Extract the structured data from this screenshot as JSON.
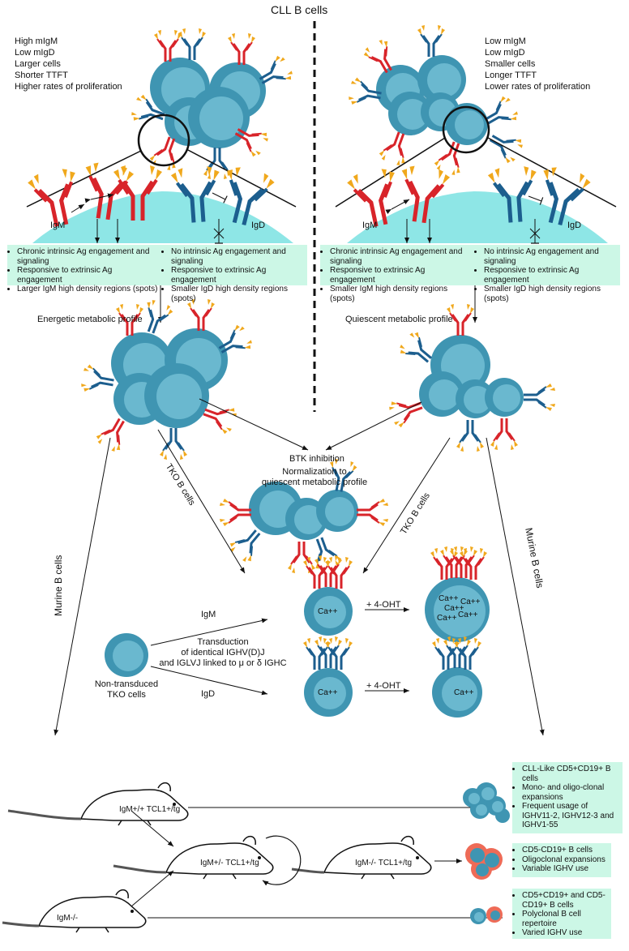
{
  "title": "CLL B cells",
  "left_traits": [
    "High mIgM",
    "Low mIgD",
    "Larger cells",
    "Shorter TTFT",
    "Higher rates of proliferation"
  ],
  "right_traits": [
    "Low mIgM",
    "Low mIgD",
    "Smaller cells",
    "Longer TTFT",
    "Lower rates of proliferation"
  ],
  "receptor_labels": {
    "igm": "IgM",
    "igd": "IgD"
  },
  "left_box_igm": [
    "Chronic intrinsic Ag engagement and signaling",
    "Responsive to extrinsic Ag engagement",
    "Larger IgM high density regions (spots)"
  ],
  "left_box_igd": [
    "No intrinsic Ag engagement and signaling",
    "Responsive to extrinsic Ag engagement",
    "Smaller IgD high density regions (spots)"
  ],
  "right_box_igm": [
    "Chronic intrinsic Ag engagement and signaling",
    "Responsive to extrinsic Ag engagement",
    "Smaller IgM high density regions (spots)"
  ],
  "right_box_igd": [
    "No intrinsic Ag engagement and signaling",
    "Responsive to extrinsic Ag engagement",
    "Smaller IgD high density regions (spots)"
  ],
  "energetic_label": "Energetic metabolic profile",
  "quiescent_label": "Quiescent metabolic profile",
  "btk_label": "BTK inhibition",
  "normalization_label": [
    "Normalization to",
    "quiescent metabolic profile"
  ],
  "tko_label": "TKO B cells",
  "murine_label": "Murine B cells",
  "transduction_label": [
    "Transduction",
    "of identical IGHV(D)J",
    "and IGLVJ linked to μ or δ IGHC"
  ],
  "nontransduced_label": [
    "Non-transduced",
    "TKO cells"
  ],
  "path_igm": "IgM",
  "path_igd": "IgD",
  "ohT_label": "+ 4-OHT",
  "ca_label": "Ca++",
  "mouse1_label": "IgM+/+ TCL1+/tg",
  "mouse2_label": "IgM+/- TCL1+/tg",
  "mouse3_label": "IgM-/- TCL1+/tg",
  "mouse4_label": "IgM-/-",
  "outcome1": [
    "CLL-Like CD5+CD19+ B cells",
    "Mono- and oligo-clonal expansions",
    "Frequent usage of IGHV11-2, IGHV12-3 and IGHV1-55"
  ],
  "outcome2": [
    "CD5-CD19+ B cells",
    "Oligoclonal expansions",
    "Variable IGHV use"
  ],
  "outcome3": [
    "CD5+CD19+ and CD5-CD19+ B cells",
    "Polyclonal B cell repertoire",
    "Varied IGHV use"
  ],
  "colors": {
    "cell_outer": "#3f95b2",
    "cell_inner": "#6ab8cf",
    "igm": "#d8242a",
    "igd": "#1c5e8e",
    "antigen": "#f0a81c",
    "box": "#ccf7e6",
    "membrane": "#8ee6e6",
    "tumor_red": "#ee6b57"
  }
}
